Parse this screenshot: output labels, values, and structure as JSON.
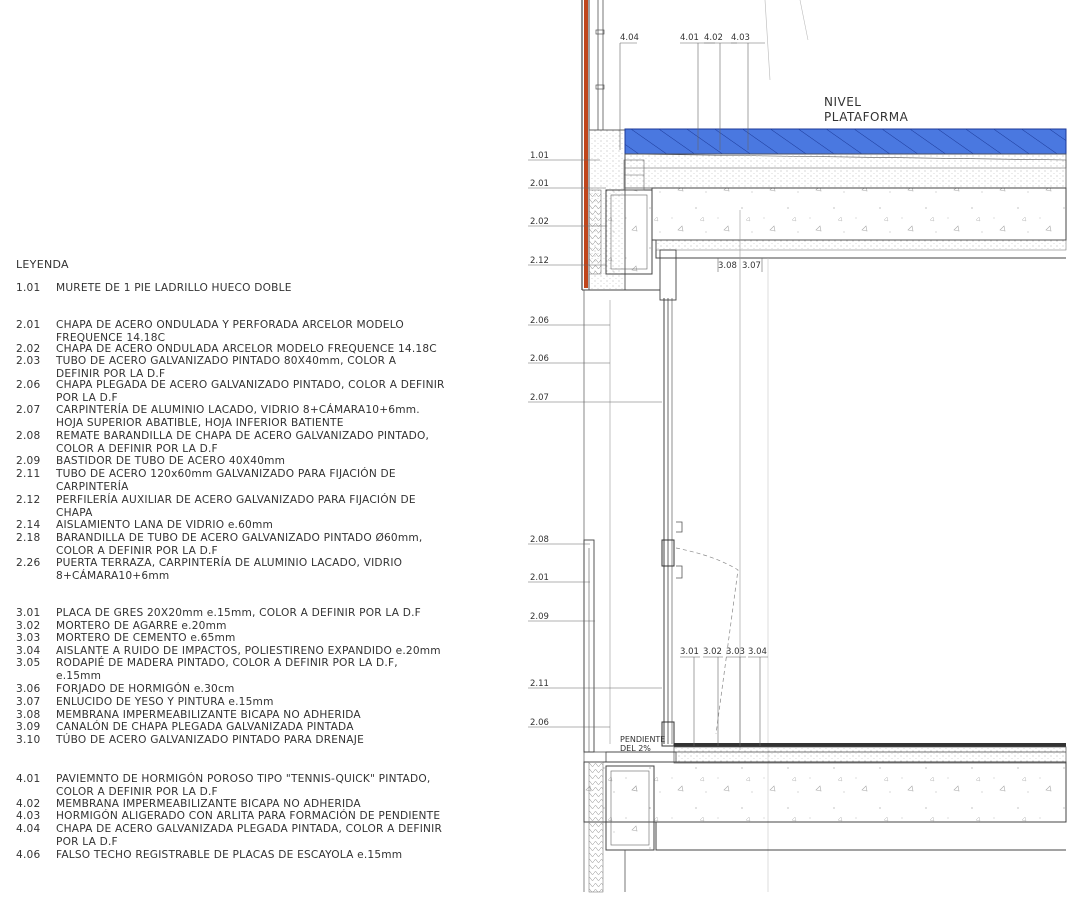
{
  "legend": {
    "title": "LEYENDA",
    "items": [
      {
        "code": "1.01",
        "lines": [
          "MURETE DE 1 PIE LADRILLO HUECO DOBLE"
        ]
      },
      {
        "code": "2.01",
        "lines": [
          "CHAPA DE ACERO ONDULADA Y PERFORADA ARCELOR MODELO",
          "FREQUENCE 14.18C"
        ]
      },
      {
        "code": "2.02",
        "lines": [
          "CHAPA DE ACERO ONDULADA ARCELOR MODELO FREQUENCE 14.18C"
        ]
      },
      {
        "code": "2.03",
        "lines": [
          "TUBO DE ACERO GALVANIZADO PINTADO 80X40mm, COLOR A",
          "DEFINIR POR LA D.F"
        ]
      },
      {
        "code": "2.06",
        "lines": [
          "CHAPA PLEGADA DE ACERO GALVANIZADO PINTADO, COLOR A DEFINIR",
          "POR LA D.F"
        ]
      },
      {
        "code": "2.07",
        "lines": [
          "CARPINTERÍA DE ALUMINIO LACADO, VIDRIO 8+CÁMARA10+6mm.",
          "HOJA SUPERIOR ABATIBLE, HOJA INFERIOR BATIENTE"
        ]
      },
      {
        "code": "2.08",
        "lines": [
          "REMATE BARANDILLA DE CHAPA DE ACERO GALVANIZADO PINTADO,",
          "COLOR A DEFINIR POR LA D.F"
        ]
      },
      {
        "code": "2.09",
        "lines": [
          "BASTIDOR DE TUBO DE ACERO 40X40mm"
        ]
      },
      {
        "code": "2.11",
        "lines": [
          "TUBO DE ACERO 120x60mm GALVANIZADO PARA FIJACIÓN DE",
          "CARPINTERÍA"
        ]
      },
      {
        "code": "2.12",
        "lines": [
          "PERFILERÍA AUXILIAR DE ACERO GALVANIZADO PARA FIJACIÓN DE",
          "CHAPA"
        ]
      },
      {
        "code": "2.14",
        "lines": [
          "AISLAMIENTO LANA DE VIDRIO e.60mm"
        ]
      },
      {
        "code": "2.18",
        "lines": [
          "BARANDILLA DE TUBO DE ACERO GALVANIZADO PINTADO Ø60mm,",
          "COLOR A DEFINIR POR LA D.F"
        ]
      },
      {
        "code": "2.26",
        "lines": [
          "PUERTA TERRAZA, CARPINTERÍA DE ALUMINIO LACADO, VIDRIO",
          "8+CÁMARA10+6mm"
        ]
      },
      {
        "code": "3.01",
        "lines": [
          "PLACA DE GRES 20X20mm e.15mm, COLOR A DEFINIR POR LA D.F"
        ]
      },
      {
        "code": "3.02",
        "lines": [
          "MORTERO DE AGARRE e.20mm"
        ]
      },
      {
        "code": "3.03",
        "lines": [
          "MORTERO DE CEMENTO e.65mm"
        ]
      },
      {
        "code": "3.04",
        "lines": [
          "AISLANTE A RUIDO DE IMPACTOS, POLIESTIRENO EXPANDIDO e.20mm"
        ]
      },
      {
        "code": "3.05",
        "lines": [
          "RODAPIÉ DE MADERA PINTADO, COLOR A DEFINIR POR LA D.F,",
          "e.15mm"
        ]
      },
      {
        "code": "3.06",
        "lines": [
          "FORJADO DE HORMIGÓN e.30cm"
        ]
      },
      {
        "code": "3.07",
        "lines": [
          "ENLUCIDO DE YESO Y PINTURA e.15mm"
        ]
      },
      {
        "code": "3.08",
        "lines": [
          "MEMBRANA IMPERMEABILIZANTE BICAPA NO ADHERIDA"
        ]
      },
      {
        "code": "3.09",
        "lines": [
          "CANALÓN DE CHAPA PLEGADA GALVANIZADA PINTADA"
        ]
      },
      {
        "code": "3.10",
        "lines": [
          "TÚBO DE ACERO GALVANIZADO PINTADO PARA DRENAJE"
        ]
      },
      {
        "code": "4.01",
        "lines": [
          "PAVIEMNTO DE HORMIGÓN POROSO TIPO \"TENNIS-QUICK\" PINTADO,",
          "COLOR A DEFINIR POR LA D.F"
        ]
      },
      {
        "code": "4.02",
        "lines": [
          "MEMBRANA IMPERMEABILIZANTE BICAPA NO ADHERIDA"
        ]
      },
      {
        "code": "4.03",
        "lines": [
          "HORMIGÓN ALIGERADO CON ARLITA PARA FORMACIÓN DE PENDIENTE"
        ]
      },
      {
        "code": "4.04",
        "lines": [
          "CHAPA DE ACERO GALVANIZADA PLEGADA PINTADA, COLOR A DEFINIR",
          "POR LA D.F"
        ]
      },
      {
        "code": "4.06",
        "lines": [
          "FALSO TECHO REGISTRABLE DE PLACAS DE ESCAYOLA e.15mm"
        ]
      }
    ]
  },
  "drawing": {
    "level_label_line1": "NIVEL",
    "level_label_line2": "PLATAFORMA",
    "slope_label_line1": "PENDIENTE",
    "slope_label_line2": "DEL 2%",
    "left_tags": [
      "1.01",
      "2.01",
      "2.02",
      "2.12",
      "2.06",
      "2.06",
      "2.07",
      "2.08",
      "2.01",
      "2.09",
      "2.11",
      "2.06"
    ],
    "top_tags": [
      "4.04",
      "4.01",
      "4.02",
      "4.03"
    ],
    "slab_tags": [
      "3.08",
      "3.07"
    ],
    "floor_tags": [
      "3.01",
      "3.02",
      "3.03",
      "3.04"
    ]
  },
  "colors": {
    "line": "#555555",
    "cladding": "#c0461c",
    "pavement": "#4a78e0",
    "text": "#333333"
  }
}
